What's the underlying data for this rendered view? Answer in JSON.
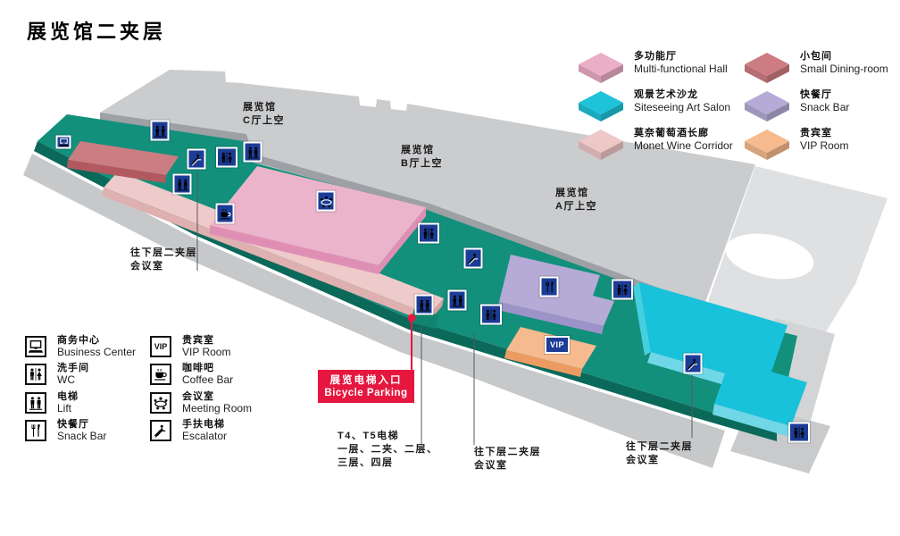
{
  "title": "展览馆二夹层",
  "colors": {
    "accent_red": "#e5173f",
    "icon_navy": "#1c3c96",
    "floor_teal": "#12907c",
    "roof_gray": "#cbccce",
    "salon_cyan": "#18c2da"
  },
  "area_legend": {
    "items": [
      {
        "zh": "多功能厅",
        "en": "Multi-functional Hall",
        "color": "#eaaec7"
      },
      {
        "zh": "小包间",
        "en": "Small Dining-room",
        "color": "#cd7d82"
      },
      {
        "zh": "观景艺术沙龙",
        "en": "Siteseeing Art Salon",
        "color": "#1ec3d9"
      },
      {
        "zh": "快餐厅",
        "en": "Snack Bar",
        "color": "#b5abd6"
      },
      {
        "zh": "莫奈葡萄酒长廊",
        "en": "Monet Wine Corridor",
        "color": "#eec7c7"
      },
      {
        "zh": "贵宾室",
        "en": "VIP Room",
        "color": "#f6ba8e"
      }
    ]
  },
  "facility_legend": {
    "items": [
      {
        "zh": "商务中心",
        "en": "Business Center",
        "icon": "computer-icon"
      },
      {
        "zh": "贵宾室",
        "en": "VIP Room",
        "icon": "vip-icon"
      },
      {
        "zh": "洗手间",
        "en": "WC",
        "icon": "wc-icon"
      },
      {
        "zh": "咖啡吧",
        "en": "Coffee Bar",
        "icon": "coffee-icon"
      },
      {
        "zh": "电梯",
        "en": "Lift",
        "icon": "lift-icon"
      },
      {
        "zh": "会议室",
        "en": "Meeting Room",
        "icon": "meeting-room-icon"
      },
      {
        "zh": "快餐厅",
        "en": "Snack Bar",
        "icon": "snack-bar-icon"
      },
      {
        "zh": "手扶电梯",
        "en": "Escalator",
        "icon": "escalator-icon"
      }
    ]
  },
  "map_labels": {
    "hall_c": [
      "展览馆",
      "C厅上空"
    ],
    "hall_b": [
      "展览馆",
      "B厅上空"
    ],
    "hall_a": [
      "展览馆",
      "A厅上空"
    ],
    "down_left": [
      "往下层二夹层",
      "会议室"
    ],
    "down_mid": [
      "往下层二夹层",
      "会议室"
    ],
    "down_right": [
      "往下层二夹层",
      "会议室"
    ],
    "lift_note": [
      "T4、T5电梯",
      "一层、二夹、二层、",
      "三层、四层"
    ],
    "entrance": {
      "zh": "展览电梯入口",
      "en": "Bicycle Parking"
    },
    "vip_tag": "VIP"
  }
}
